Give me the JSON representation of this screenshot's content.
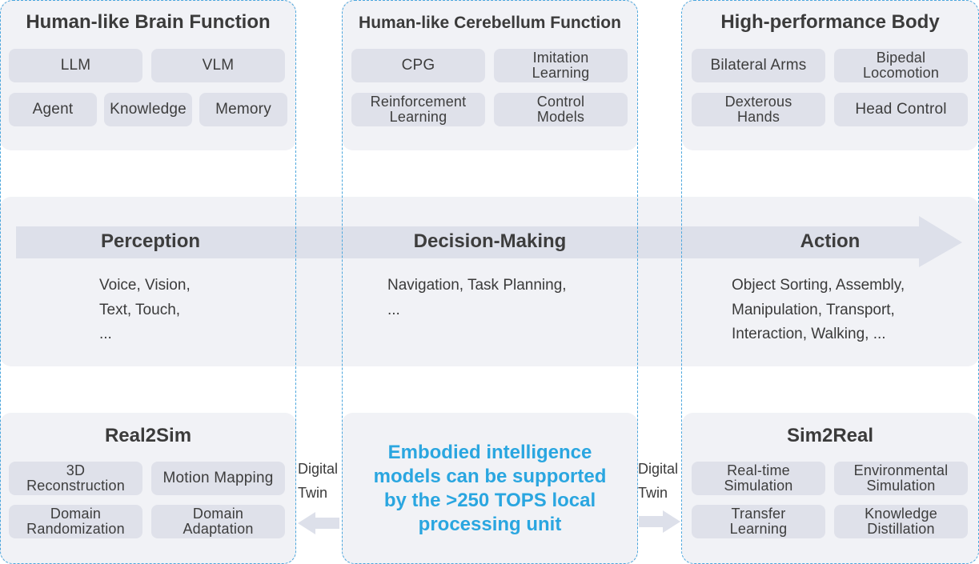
{
  "brain": {
    "title": "Human-like Brain Function",
    "items": [
      "LLM",
      "VLM",
      "Agent",
      "Knowledge",
      "Memory"
    ]
  },
  "cerebellum": {
    "title": "Human-like Cerebellum Function",
    "items": [
      "CPG",
      "Imitation Learning",
      "Reinforcement Learning",
      "Control Models"
    ]
  },
  "body": {
    "title": "High-performance Body",
    "items": [
      "Bilateral Arms",
      "Bipedal Locomotion",
      "Dexterous Hands",
      "Head Control"
    ]
  },
  "pipeline": {
    "stages": [
      {
        "label": "Perception",
        "examples": [
          "Voice, Vision,",
          "Text, Touch,",
          "..."
        ]
      },
      {
        "label": "Decision-Making",
        "examples": [
          "Navigation, Task Planning,",
          "..."
        ]
      },
      {
        "label": "Action",
        "examples": [
          "Object Sorting, Assembly,",
          "Manipulation, Transport,",
          "Interaction, Walking, ..."
        ]
      }
    ]
  },
  "real2sim": {
    "title": "Real2Sim",
    "items": [
      "3D Reconstruction",
      "Motion Mapping",
      "Domain Randomization",
      "Domain Adaptation"
    ]
  },
  "sim2real": {
    "title": "Sim2Real",
    "items": [
      "Real-time Simulation",
      "Environmental Simulation",
      "Transfer Learning",
      "Knowledge Distillation"
    ]
  },
  "digital_twin": {
    "left": [
      "Digital",
      "Twin"
    ],
    "right": [
      "Digital",
      "Twin"
    ]
  },
  "center_message": [
    "Embodied intelligence",
    "models can be supported",
    "by the >250 TOPS local",
    "processing unit"
  ],
  "colors": {
    "accent": "#2aa6e0",
    "dashed_frame": "#4aa6dd",
    "panel_bg": "#f1f2f6",
    "pill_bg": "#dfe1ea",
    "arrow": "#dde0ea"
  }
}
